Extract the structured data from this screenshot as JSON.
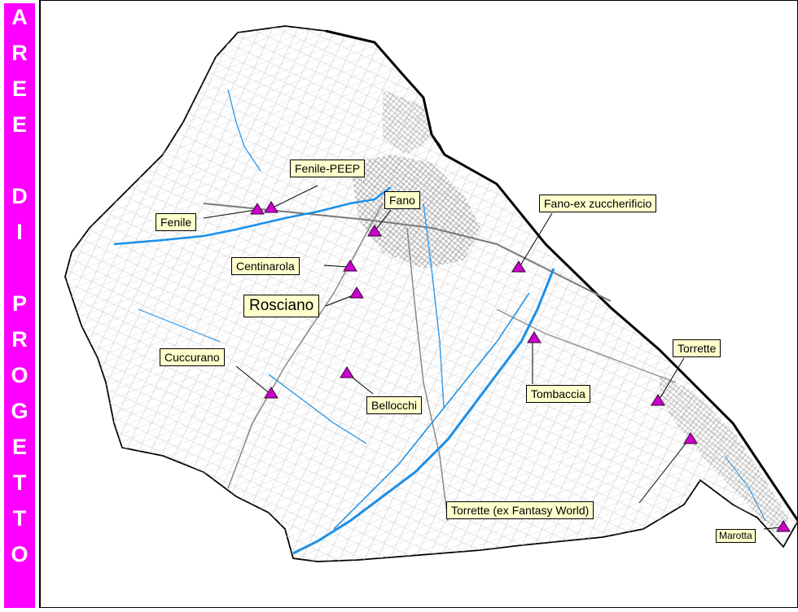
{
  "sidebar": {
    "title_letters": [
      "A",
      "R",
      "E",
      "E",
      "",
      "D",
      "I",
      "",
      "P",
      "R",
      "O",
      "G",
      "E",
      "T",
      "T",
      "O"
    ],
    "band_color": "#ff00ff"
  },
  "map": {
    "marker_color": "#cc00cc",
    "river_color": "#1a8fe8",
    "road_color": "#9a9a9a",
    "labels": {
      "fenile_peep": "Fenile-PEEP",
      "fenile": "Fenile",
      "fano": "Fano",
      "fano_ex": "Fano-ex zuccherificio",
      "centinarola": "Centinarola",
      "rosciano": "Rosciano",
      "cuccurano": "Cuccurano",
      "bellocchi": "Bellocchi",
      "tombaccia": "Tombaccia",
      "torrette": "Torrette",
      "torrette_fw": "Torrette (ex Fantasy World)",
      "marotta": "Marotta"
    }
  }
}
